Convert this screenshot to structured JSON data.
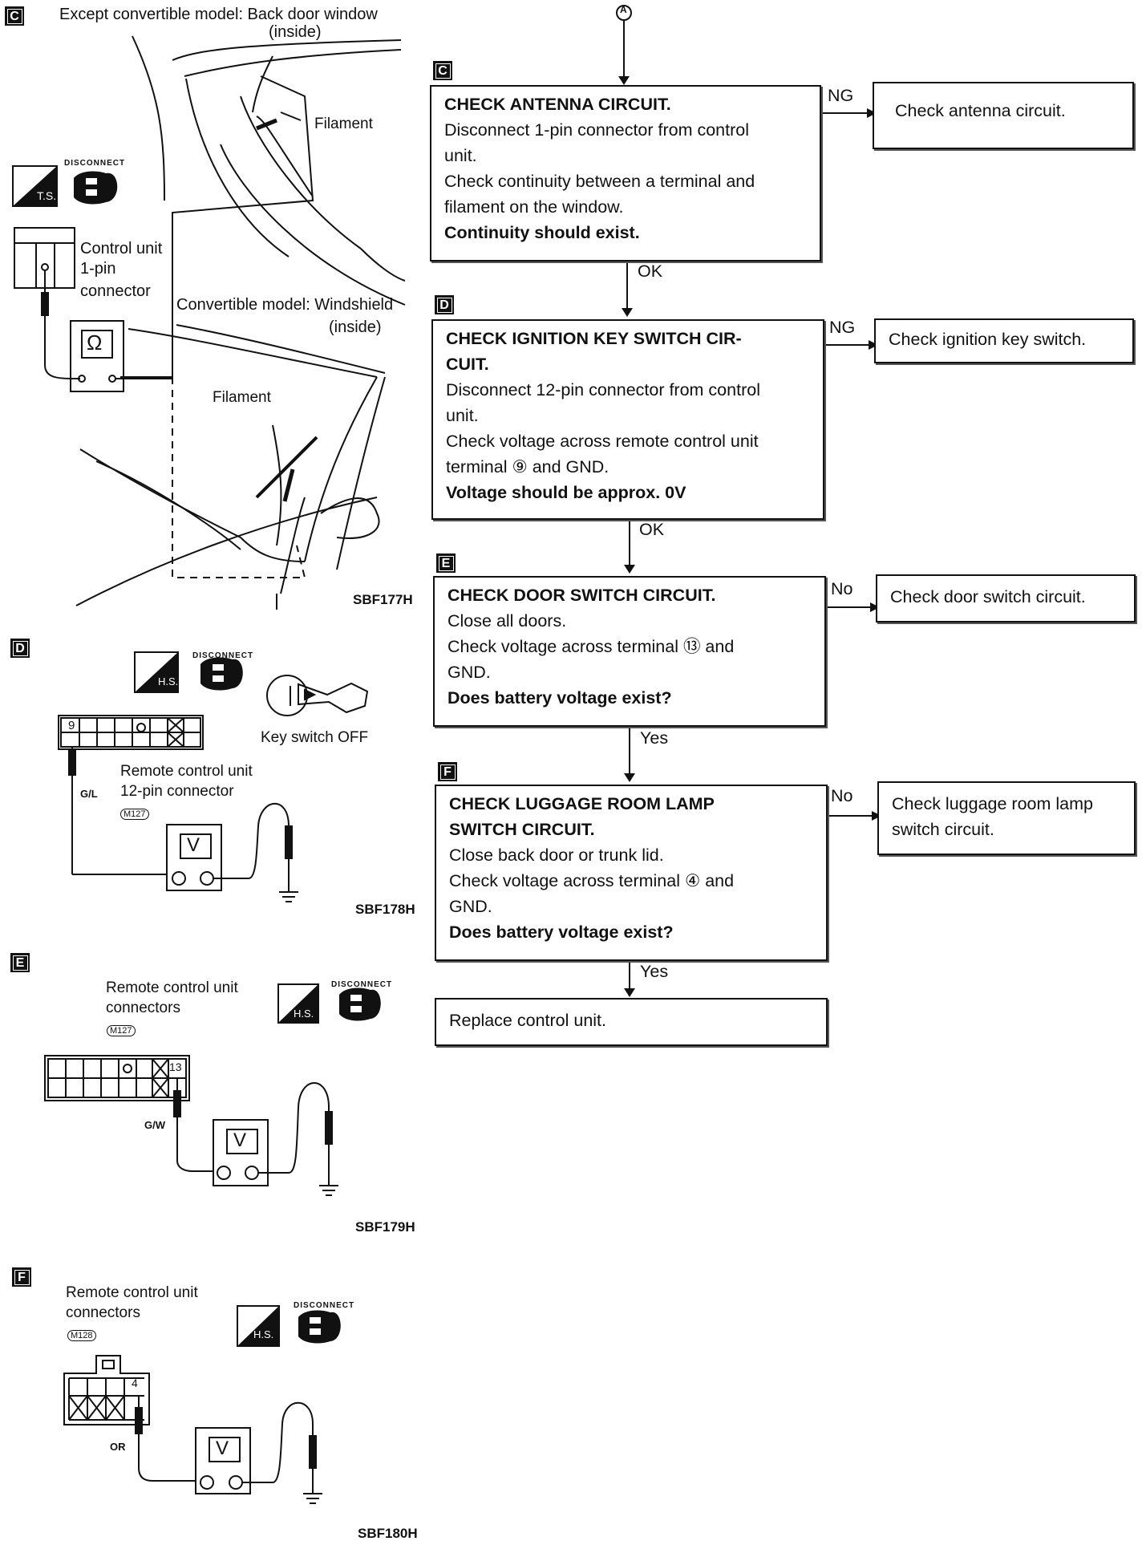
{
  "page_markers": {
    "a_circle": "A"
  },
  "panels": {
    "C": {
      "letter": "C",
      "title_line1": "Except convertible model: Back door window",
      "title_line2": "(inside)",
      "filament_top": "Filament",
      "disconnect": "DISCONNECT",
      "ts": "T.S.",
      "control_unit": [
        "Control unit",
        "1-pin",
        "connector"
      ],
      "conv_line1": "Convertible model: Windshield",
      "conv_line2": "(inside)",
      "filament_bottom": "Filament",
      "ohm": "Ω",
      "code": "SBF177H"
    },
    "D": {
      "letter": "D",
      "disconnect": "DISCONNECT",
      "hs": "H.S.",
      "pin9": "9",
      "key_switch": "Key switch OFF",
      "remote1": "Remote control unit",
      "remote2": "12-pin connector",
      "conn": "M127",
      "wire": "G/L",
      "meter": "V",
      "code": "SBF178H"
    },
    "E": {
      "letter": "E",
      "remote1": "Remote control unit",
      "remote2": "connectors",
      "conn": "M127",
      "disconnect": "DISCONNECT",
      "hs": "H.S.",
      "pin13": "13",
      "wire": "G/W",
      "meter": "V",
      "code": "SBF179H"
    },
    "F": {
      "letter": "F",
      "remote1": "Remote control unit",
      "remote2": "connectors",
      "conn": "M128",
      "disconnect": "DISCONNECT",
      "hs": "H.S.",
      "pin4": "4",
      "wire": "OR",
      "meter": "V",
      "code": "SBF180H"
    }
  },
  "flow": {
    "C": {
      "letter": "C",
      "lines": [
        {
          "text": "CHECK ANTENNA CIRCUIT.",
          "bold": true
        },
        {
          "text": "Disconnect 1-pin connector from control",
          "bold": false
        },
        {
          "text": "unit.",
          "bold": false
        },
        {
          "text": "Check continuity between a terminal and",
          "bold": false
        },
        {
          "text": "filament on the window.",
          "bold": false
        },
        {
          "text": "Continuity should exist.",
          "bold": true
        }
      ],
      "branch_label": "NG",
      "result": "Check antenna circuit.",
      "down_label": "OK"
    },
    "D": {
      "letter": "D",
      "lines": [
        {
          "text": "CHECK IGNITION KEY SWITCH CIR-",
          "bold": true
        },
        {
          "text": "CUIT.",
          "bold": true
        },
        {
          "text": "Disconnect 12-pin connector from control",
          "bold": false
        },
        {
          "text": "unit.",
          "bold": false
        },
        {
          "text": "Check voltage across remote control unit",
          "bold": false
        },
        {
          "text": "terminal ⑨ and GND.",
          "bold": false
        },
        {
          "text": "Voltage should be approx. 0V",
          "bold": true
        }
      ],
      "branch_label": "NG",
      "result": "Check ignition key switch.",
      "down_label": "OK"
    },
    "E": {
      "letter": "E",
      "lines": [
        {
          "text": "CHECK DOOR SWITCH CIRCUIT.",
          "bold": true
        },
        {
          "text": "Close all doors.",
          "bold": false
        },
        {
          "text": "Check voltage across terminal ⑬ and",
          "bold": false
        },
        {
          "text": "GND.",
          "bold": false
        },
        {
          "text": "Does battery voltage exist?",
          "bold": true
        }
      ],
      "branch_label": "No",
      "result": "Check door switch circuit.",
      "down_label": "Yes"
    },
    "F": {
      "letter": "F",
      "lines": [
        {
          "text": "CHECK LUGGAGE ROOM LAMP",
          "bold": true
        },
        {
          "text": "SWITCH CIRCUIT.",
          "bold": true
        },
        {
          "text": "Close back door or trunk lid.",
          "bold": false
        },
        {
          "text": "Check voltage across terminal ④ and",
          "bold": false
        },
        {
          "text": "GND.",
          "bold": false
        },
        {
          "text": "Does battery voltage exist?",
          "bold": true
        }
      ],
      "branch_label": "No",
      "result_lines": [
        "Check luggage room lamp",
        "switch circuit."
      ],
      "down_label": "Yes"
    },
    "final": "Replace control unit."
  }
}
